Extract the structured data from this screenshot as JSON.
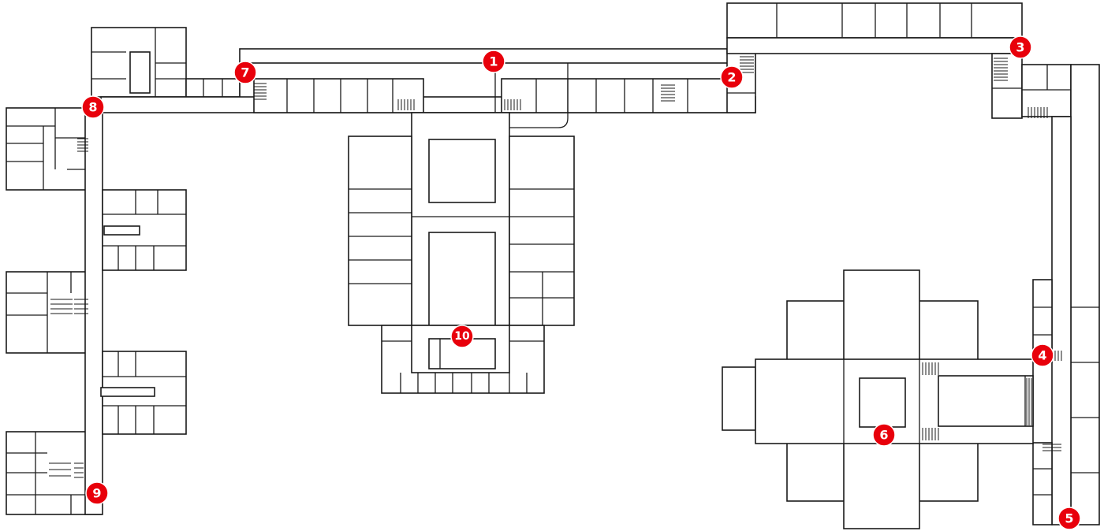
{
  "marker_color": "#e8000b",
  "marker_text_color": "#ffffff",
  "wall_color": "#1a1a1a",
  "markers": [
    {
      "label": "1"
    },
    {
      "label": "2"
    },
    {
      "label": "3"
    },
    {
      "label": "4"
    },
    {
      "label": "5"
    },
    {
      "label": "6"
    },
    {
      "label": "7"
    },
    {
      "label": "8"
    },
    {
      "label": "9"
    },
    {
      "label": "10"
    }
  ]
}
